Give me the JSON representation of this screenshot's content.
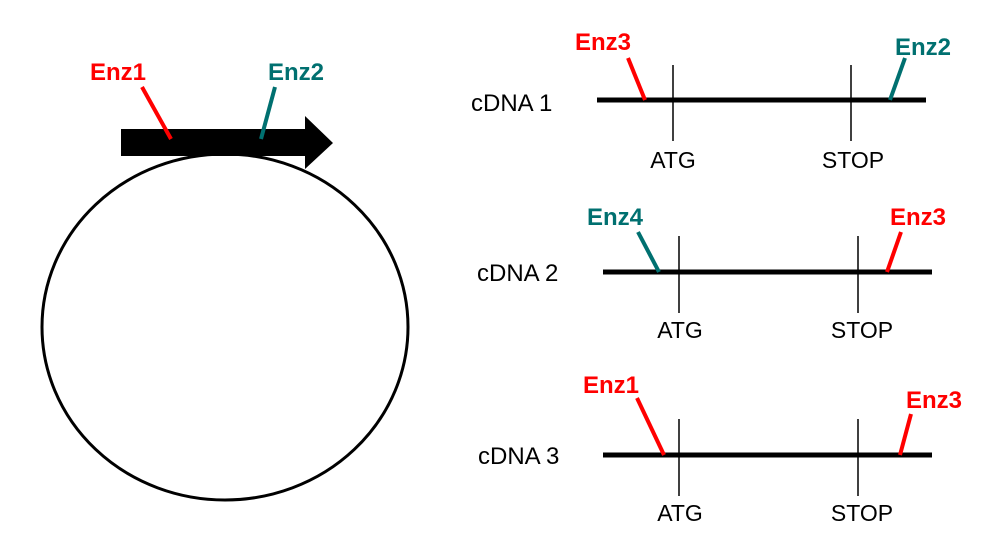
{
  "colors": {
    "red_enzyme": "#ff0000",
    "teal_enzyme": "#007070",
    "ink": "#000000"
  },
  "plasmid": {
    "enzymes": [
      {
        "label": "Enz1",
        "color": "red"
      },
      {
        "label": "Enz2",
        "color": "teal"
      }
    ]
  },
  "cdnas": [
    {
      "label": "cDNA 1",
      "start_label": "ATG",
      "stop_label": "STOP",
      "enzymes": [
        {
          "label": "Enz3",
          "color": "red"
        },
        {
          "label": "Enz2",
          "color": "teal"
        }
      ]
    },
    {
      "label": "cDNA 2",
      "start_label": "ATG",
      "stop_label": "STOP",
      "enzymes": [
        {
          "label": "Enz4",
          "color": "teal"
        },
        {
          "label": "Enz3",
          "color": "red"
        }
      ]
    },
    {
      "label": "cDNA 3",
      "start_label": "ATG",
      "stop_label": "STOP",
      "enzymes": [
        {
          "label": "Enz1",
          "color": "red"
        },
        {
          "label": "Enz3",
          "color": "red"
        }
      ]
    }
  ]
}
